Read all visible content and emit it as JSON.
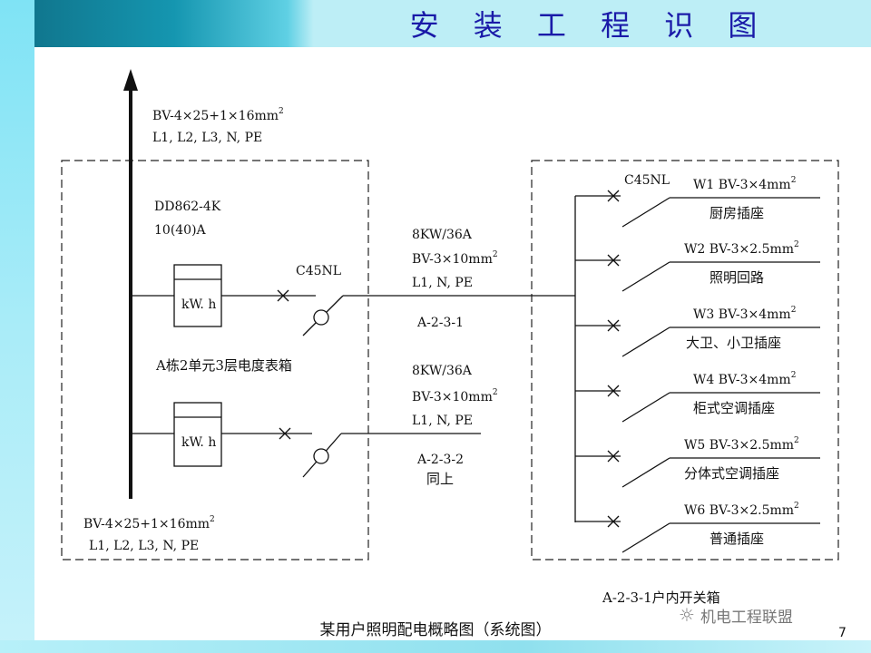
{
  "header": {
    "title": "安 装 工 程 识 图"
  },
  "riser": {
    "top_cable": "BV-4×25+1×16mm",
    "top_cable_sup": "2",
    "top_conductors": "L1, L2, L3, N, PE",
    "bottom_cable": "BV-4×25+1×16mm",
    "bottom_cable_sup": "2",
    "bottom_conductors": "L1, L2, L3, N, PE"
  },
  "meter_box": {
    "meter_model": "DD862-4K",
    "meter_rating": "10(40)A",
    "meter1_label": "kW. h",
    "meter2_label": "kW. h",
    "breaker_label": "C45NL",
    "box_name": "A栋2单元3层电度表箱"
  },
  "feeders": [
    {
      "power": "8KW/36A",
      "cable": "BV-3×10mm",
      "sup": "2",
      "conductors": "L1, N, PE",
      "id": "A-2-3-1",
      "note": ""
    },
    {
      "power": "8KW/36A",
      "cable": "BV-3×10mm",
      "sup": "2",
      "conductors": "L1, N, PE",
      "id": "A-2-3-2",
      "note": "同上"
    }
  ],
  "switch_box": {
    "breaker_label": "C45NL",
    "name": "A-2-3-1户内开关箱",
    "circuits": [
      {
        "cable": "W1  BV-3×4mm",
        "sup": "2",
        "name": "厨房插座"
      },
      {
        "cable": "W2  BV-3×2.5mm",
        "sup": "2",
        "name": "照明回路"
      },
      {
        "cable": "W3  BV-3×4mm",
        "sup": "2",
        "name": "大卫、小卫插座"
      },
      {
        "cable": "W4  BV-3×4mm",
        "sup": "2",
        "name": "柜式空调插座"
      },
      {
        "cable": "W5  BV-3×2.5mm",
        "sup": "2",
        "name": "分体式空调插座"
      },
      {
        "cable": "W6  BV-3×2.5mm",
        "sup": "2",
        "name": "普通插座"
      }
    ]
  },
  "caption": "某用户照明配电概略图（系统图）",
  "watermark": {
    "icon": "wechat-icon",
    "text": "机电工程联盟"
  },
  "slide_number": "7",
  "colors": {
    "title": "#1a1aa8",
    "band_dark": "#0f6f86",
    "band_light": "#bdeef6",
    "line": "#111111"
  }
}
